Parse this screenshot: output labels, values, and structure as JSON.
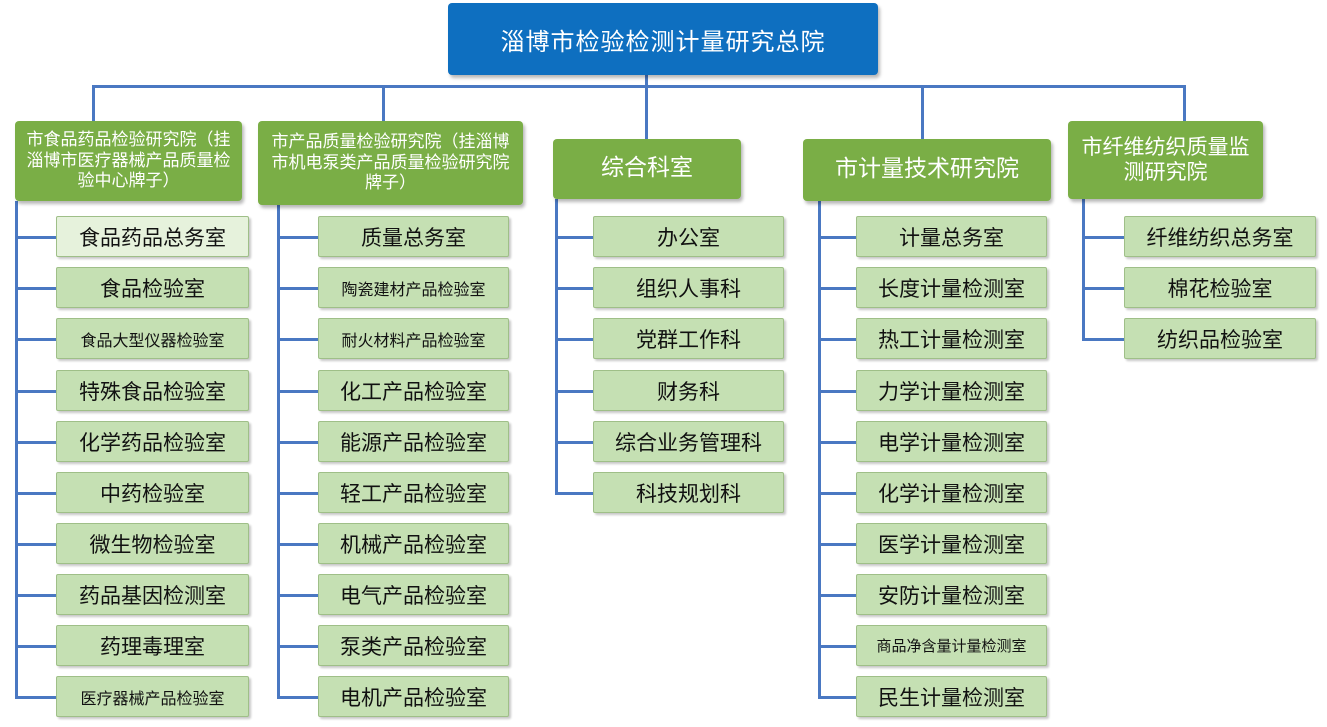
{
  "root": {
    "label": "淄博市检验检测计量研究总院"
  },
  "departments": [
    {
      "label": "市食品药品检验研究院（挂淄博市医疗器械产品质量检验中心牌子）",
      "units": [
        "食品药品总务室",
        "食品检验室",
        "食品大型仪器检验室",
        "特殊食品检验室",
        "化学药品检验室",
        "中药检验室",
        "微生物检验室",
        "药品基因检测室",
        "药理毒理室",
        "医疗器械产品检验室"
      ]
    },
    {
      "label": "市产品质量检验研究院（挂淄博市机电泵类产品质量检验研究院牌子）",
      "units": [
        "质量总务室",
        "陶瓷建材产品检验室",
        "耐火材料产品检验室",
        "化工产品检验室",
        "能源产品检验室",
        "轻工产品检验室",
        "机械产品检验室",
        "电气产品检验室",
        "泵类产品检验室",
        "电机产品检验室"
      ]
    },
    {
      "label": "综合科室",
      "units": [
        "办公室",
        "组织人事科",
        "党群工作科",
        "财务科",
        "综合业务管理科",
        "科技规划科"
      ]
    },
    {
      "label": "市计量技术研究院",
      "units": [
        "计量总务室",
        "长度计量检测室",
        "热工计量检测室",
        "力学计量检测室",
        "电学计量检测室",
        "化学计量检测室",
        "医学计量检测室",
        "安防计量检测室",
        "商品净含量计量检测室",
        "民生计量检测室"
      ]
    },
    {
      "label": "市纤维纺织质量监测研究院",
      "units": [
        "纤维纺织总务室",
        "棉花检验室",
        "纺织品检验室"
      ]
    }
  ]
}
